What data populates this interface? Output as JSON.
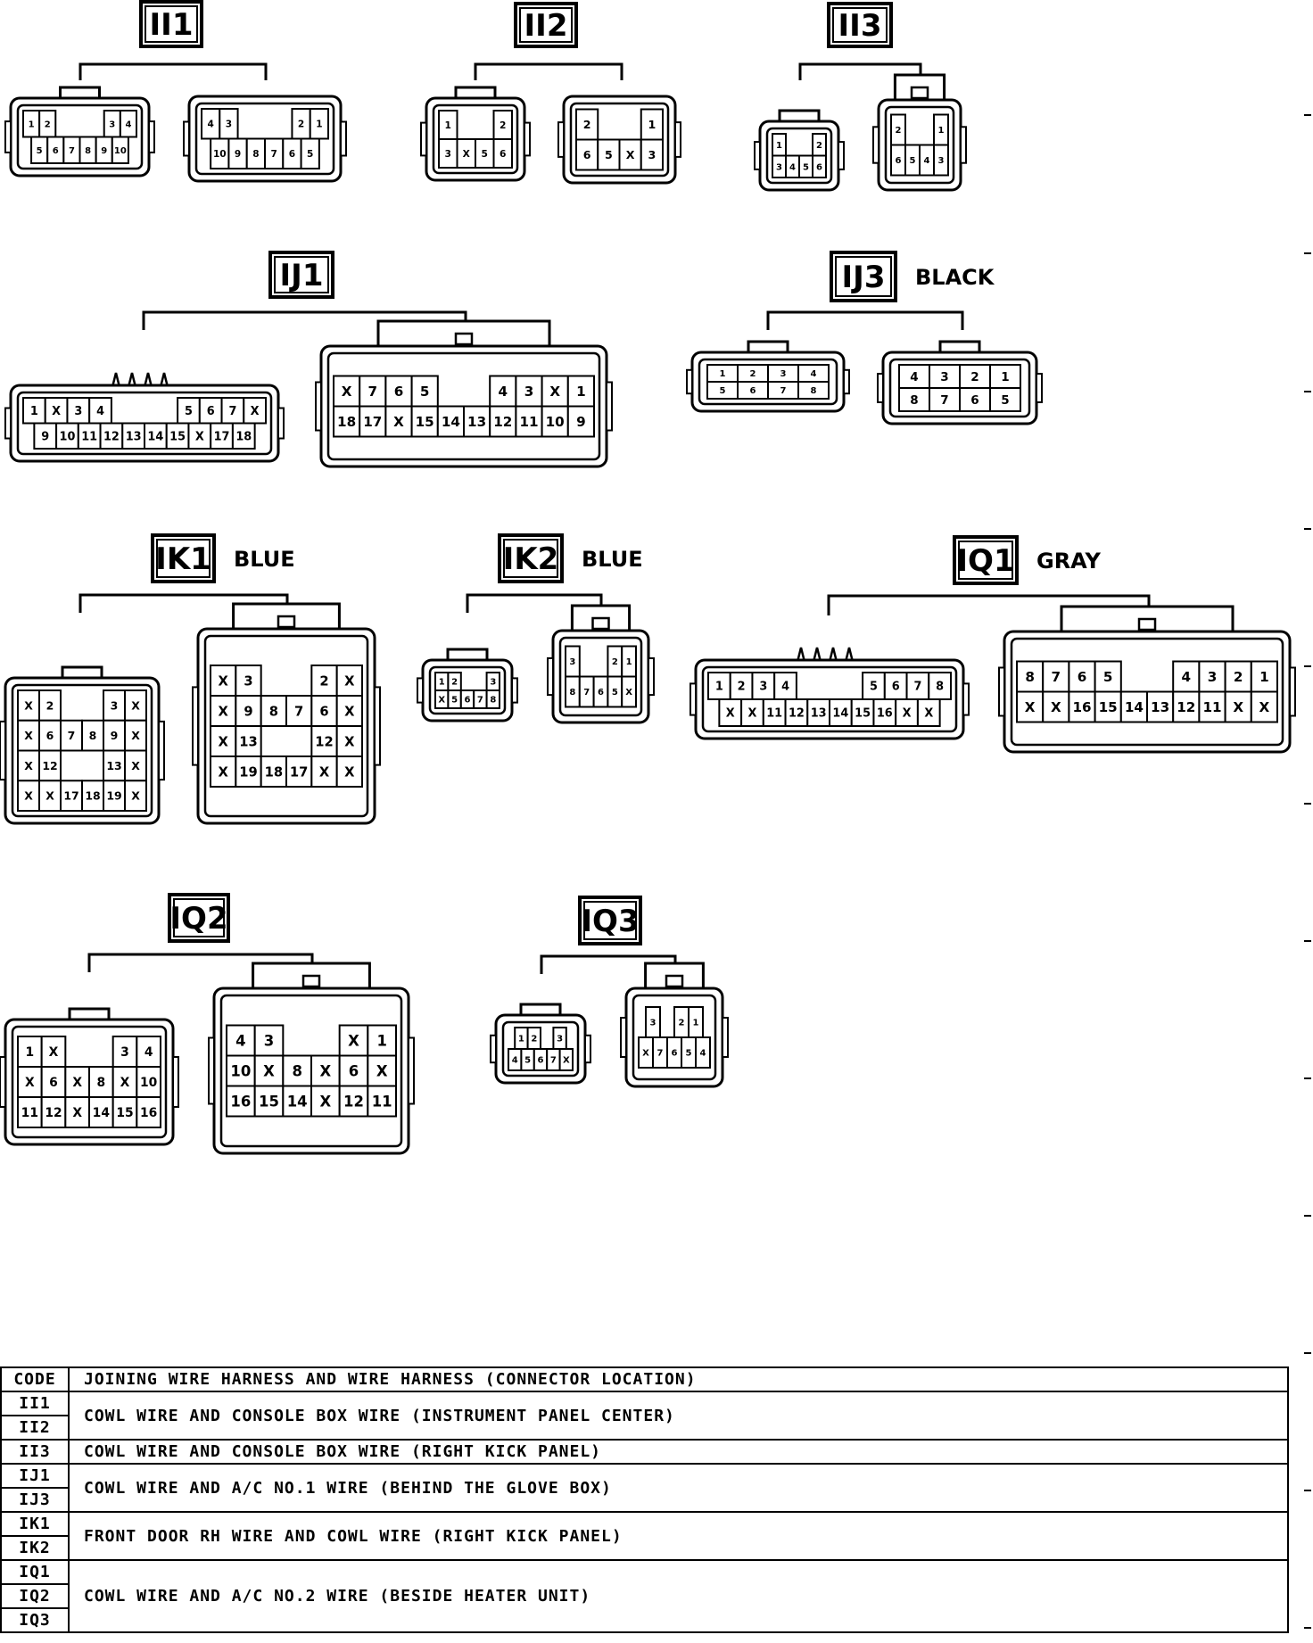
{
  "connectors": [
    {
      "code": "II1",
      "color": "",
      "views": [
        {
          "rows": [
            [
              "1",
              "2",
              "",
              "",
              "",
              "3",
              "4"
            ],
            [
              "5",
              "6",
              "7",
              "8",
              "9",
              "10"
            ]
          ]
        },
        {
          "rows": [
            [
              "4",
              "3",
              "",
              "",
              "",
              "2",
              "1"
            ],
            [
              "10",
              "9",
              "8",
              "7",
              "6",
              "5"
            ]
          ]
        }
      ]
    },
    {
      "code": "II2",
      "color": "",
      "views": [
        {
          "rows": [
            [
              "1",
              "",
              "",
              "2"
            ],
            [
              "3",
              "X",
              "5",
              "6"
            ]
          ]
        },
        {
          "rows": [
            [
              "2",
              "",
              "",
              "1"
            ],
            [
              "6",
              "5",
              "X",
              "3"
            ]
          ]
        }
      ]
    },
    {
      "code": "II3",
      "color": "",
      "views": [
        {
          "rows": [
            [
              "1",
              "",
              "",
              "2"
            ],
            [
              "3",
              "4",
              "5",
              "6"
            ]
          ]
        },
        {
          "rows": [
            [
              "2",
              "",
              "",
              "1"
            ],
            [
              "6",
              "5",
              "4",
              "3"
            ]
          ]
        }
      ]
    },
    {
      "code": "IJ1",
      "color": "",
      "views": [
        {
          "rows": [
            [
              "1",
              "X",
              "3",
              "4",
              "",
              "",
              "",
              "5",
              "6",
              "7",
              "X"
            ],
            [
              "9",
              "10",
              "11",
              "12",
              "13",
              "14",
              "15",
              "X",
              "17",
              "18"
            ]
          ]
        },
        {
          "rows": [
            [
              "X",
              "7",
              "6",
              "5",
              "",
              "",
              "4",
              "3",
              "X",
              "1"
            ],
            [
              "18",
              "17",
              "X",
              "15",
              "14",
              "13",
              "12",
              "11",
              "10",
              "9"
            ]
          ]
        }
      ]
    },
    {
      "code": "IJ3",
      "color": "BLACK",
      "views": [
        {
          "rows": [
            [
              "1",
              "2",
              "3",
              "4"
            ],
            [
              "5",
              "6",
              "7",
              "8"
            ]
          ]
        },
        {
          "rows": [
            [
              "4",
              "3",
              "2",
              "1"
            ],
            [
              "8",
              "7",
              "6",
              "5"
            ]
          ]
        }
      ]
    },
    {
      "code": "IK1",
      "color": "BLUE",
      "views": [
        {
          "rows": [
            [
              "X",
              "2",
              "",
              "",
              "3",
              "X"
            ],
            [
              "X",
              "6",
              "7",
              "8",
              "9",
              "X"
            ],
            [
              "X",
              "12",
              "",
              "",
              "13",
              "X"
            ],
            [
              "X",
              "X",
              "17",
              "18",
              "19",
              "X"
            ]
          ]
        },
        {
          "rows": [
            [
              "X",
              "3",
              "",
              "",
              "2",
              "X"
            ],
            [
              "X",
              "9",
              "8",
              "7",
              "6",
              "X"
            ],
            [
              "X",
              "13",
              "",
              "",
              "12",
              "X"
            ],
            [
              "X",
              "19",
              "18",
              "17",
              "X",
              "X"
            ]
          ]
        }
      ]
    },
    {
      "code": "IK2",
      "color": "BLUE",
      "views": [
        {
          "rows": [
            [
              "1",
              "2",
              "",
              "",
              "3"
            ],
            [
              "X",
              "5",
              "6",
              "7",
              "8"
            ]
          ]
        },
        {
          "rows": [
            [
              "3",
              "",
              "",
              "2",
              "1"
            ],
            [
              "8",
              "7",
              "6",
              "5",
              "X"
            ]
          ]
        }
      ]
    },
    {
      "code": "IQ1",
      "color": "GRAY",
      "views": [
        {
          "rows": [
            [
              "1",
              "2",
              "3",
              "4",
              "",
              "",
              "",
              "5",
              "6",
              "7",
              "8"
            ],
            [
              "X",
              "X",
              "11",
              "12",
              "13",
              "14",
              "15",
              "16",
              "X",
              "X"
            ]
          ]
        },
        {
          "rows": [
            [
              "8",
              "7",
              "6",
              "5",
              "",
              "",
              "4",
              "3",
              "2",
              "1"
            ],
            [
              "X",
              "X",
              "16",
              "15",
              "14",
              "13",
              "12",
              "11",
              "X",
              "X"
            ]
          ]
        }
      ]
    },
    {
      "code": "IQ2",
      "color": "",
      "views": [
        {
          "rows": [
            [
              "1",
              "X",
              "",
              "",
              "3",
              "4"
            ],
            [
              "X",
              "6",
              "X",
              "8",
              "X",
              "10"
            ],
            [
              "11",
              "12",
              "X",
              "14",
              "15",
              "16"
            ]
          ]
        },
        {
          "rows": [
            [
              "4",
              "3",
              "",
              "",
              "X",
              "1"
            ],
            [
              "10",
              "X",
              "8",
              "X",
              "6",
              "X"
            ],
            [
              "16",
              "15",
              "14",
              "X",
              "12",
              "11"
            ]
          ]
        }
      ]
    },
    {
      "code": "IQ3",
      "color": "",
      "views": [
        {
          "rows": [
            [
              "1",
              "2",
              "",
              "3"
            ],
            [
              "4",
              "5",
              "6",
              "7",
              "X"
            ]
          ]
        },
        {
          "rows": [
            [
              "3",
              "",
              "2",
              "1"
            ],
            [
              "X",
              "7",
              "6",
              "5",
              "4"
            ]
          ]
        }
      ]
    }
  ],
  "legend": {
    "header": {
      "code": "CODE",
      "description": "JOINING WIRE HARNESS AND WIRE HARNESS (CONNECTOR LOCATION)"
    },
    "groups": [
      {
        "codes": [
          "II1",
          "II2"
        ],
        "description": "COWL WIRE AND CONSOLE BOX WIRE (INSTRUMENT PANEL CENTER)"
      },
      {
        "codes": [
          "II3"
        ],
        "description": "COWL WIRE AND CONSOLE BOX WIRE (RIGHT KICK PANEL)"
      },
      {
        "codes": [
          "IJ1",
          "IJ3"
        ],
        "description": "COWL WIRE AND A/C NO.1 WIRE (BEHIND THE GLOVE BOX)"
      },
      {
        "codes": [
          "IK1",
          "IK2"
        ],
        "description": "FRONT DOOR RH WIRE AND COWL WIRE (RIGHT KICK PANEL)"
      },
      {
        "codes": [
          "IQ1",
          "IQ2",
          "IQ3"
        ],
        "description": "COWL WIRE AND A/C NO.2 WIRE (BESIDE HEATER UNIT)"
      }
    ]
  }
}
